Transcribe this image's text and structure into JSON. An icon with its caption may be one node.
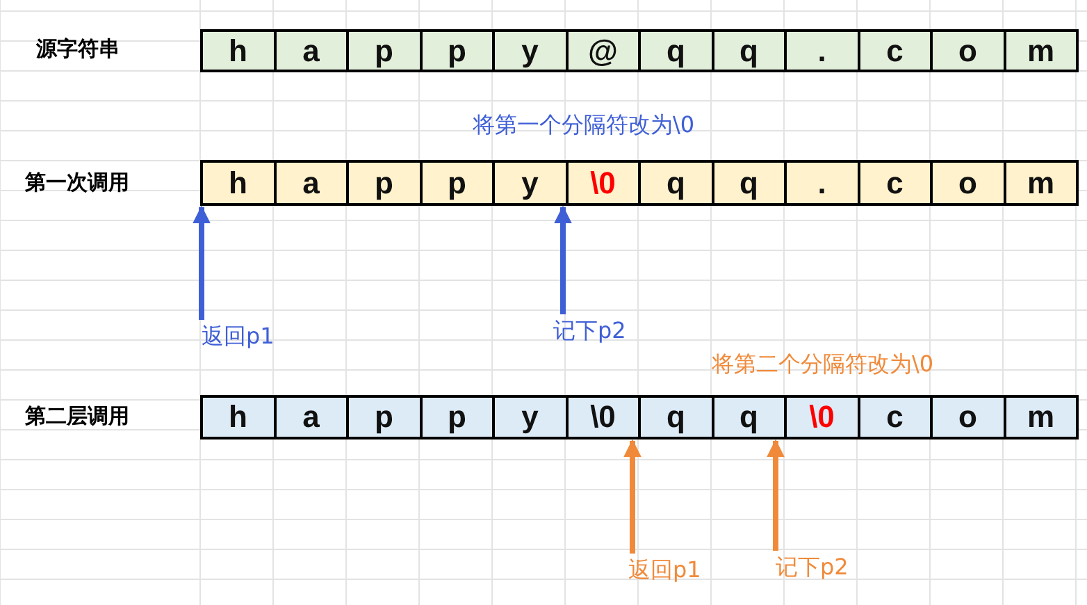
{
  "diagram": {
    "nodes": [
      {
        "text": [
          "h"
        ]
      },
      {
        "text": [
          "a"
        ]
      },
      {
        "text": [
          "p"
        ]
      },
      {
        "text": [
          "p"
        ]
      },
      {
        "text": [
          "y"
        ]
      },
      {
        "text": [
          "@"
        ]
      },
      {
        "text": [
          "q"
        ]
      },
      {
        "text": [
          "q"
        ]
      },
      {
        "text": [
          "."
        ]
      },
      {
        "text": [
          "c"
        ]
      },
      {
        "text": [
          "o"
        ]
      },
      {
        "text": [
          "m"
        ]
      },
      {
        "text": [
          "h"
        ]
      },
      {
        "text": [
          "a"
        ]
      },
      {
        "text": [
          "p"
        ]
      },
      {
        "text": [
          "p"
        ]
      },
      {
        "text": [
          "y"
        ]
      },
      {
        "text": [
          "\\0"
        ]
      },
      {
        "text": [
          "q"
        ]
      },
      {
        "text": [
          "q"
        ]
      },
      {
        "text": [
          "."
        ]
      },
      {
        "text": [
          "c"
        ]
      },
      {
        "text": [
          "o"
        ]
      },
      {
        "text": [
          "m"
        ]
      },
      {
        "text": [
          "返回p1"
        ]
      },
      {
        "text": [
          "记下p2"
        ]
      },
      {
        "text": [
          "h"
        ]
      },
      {
        "text": [
          "a"
        ]
      },
      {
        "text": [
          "p"
        ]
      },
      {
        "text": [
          "p"
        ]
      },
      {
        "text": [
          "y"
        ]
      },
      {
        "text": [
          "\\0"
        ]
      },
      {
        "text": [
          "q"
        ]
      },
      {
        "text": [
          "q"
        ]
      },
      {
        "text": [
          "\\0"
        ]
      },
      {
        "text": [
          "c"
        ]
      },
      {
        "text": [
          "o"
        ]
      },
      {
        "text": [
          "m"
        ]
      },
      {
        "text": [
          "返回p1"
        ]
      },
      {
        "text": [
          "记下p2"
        ]
      }
    ],
    "edges": [
      {
        "from": 24,
        "to": 12,
        "arrow": "to",
        "color": "#3f5fd6"
      },
      {
        "from": 25,
        "to": 17,
        "arrow": "to",
        "color": "#3f5fd6"
      },
      {
        "from": 38,
        "to": 32,
        "arrow": "to",
        "color": "#f08a3a"
      },
      {
        "from": 39,
        "to": 34,
        "arrow": "to",
        "color": "#f08a3a"
      }
    ],
    "labels": [
      "源字符串",
      "将第一个分隔符改为\\0",
      "第一次调用",
      "将第二个分隔符改为\\0",
      "第二层调用"
    ]
  }
}
